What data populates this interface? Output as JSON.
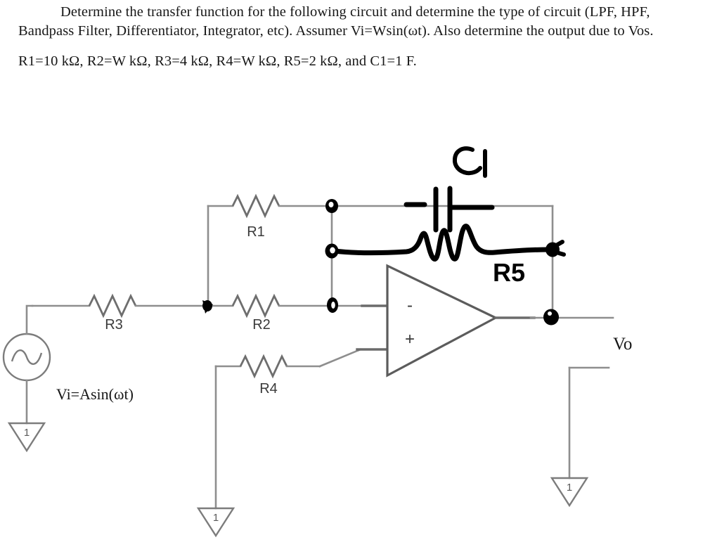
{
  "problem": {
    "paragraph_1": "Determine the transfer function for the following circuit and determine the type of circuit (LPF, HPF, Bandpass Filter, Differentiator, Integrator, etc). Assumer Vi=Wsin(ωt). Also determine the output due to Vos.",
    "paragraph_2": "R1=10 kΩ, R2=W  kΩ, R3=4 kΩ, R4=W kΩ, R5=2 kΩ, and C1=1 F."
  },
  "circuit": {
    "components": {
      "r1_label": "R1",
      "r2_label": "R2",
      "r3_label": "R3",
      "r4_label": "R4",
      "r5_label": "R5",
      "c1_label": "C1"
    },
    "source": {
      "label": "Vi=Asin(ωt)",
      "symbol": "ac-sine-source"
    },
    "opamp": {
      "inverting_pin": "-",
      "noninverting_pin": "+"
    },
    "output": {
      "label": "Vo"
    },
    "grounds": [
      {
        "name": "ground-source",
        "label": "1"
      },
      {
        "name": "ground-r4",
        "label": "1"
      },
      {
        "name": "ground-output",
        "label": "1"
      }
    ],
    "colors": {
      "wire": "#8e8e8e",
      "component": "#6e6e6e",
      "handwriting": "#000000",
      "text": "#171717",
      "background": "#ffffff"
    }
  }
}
